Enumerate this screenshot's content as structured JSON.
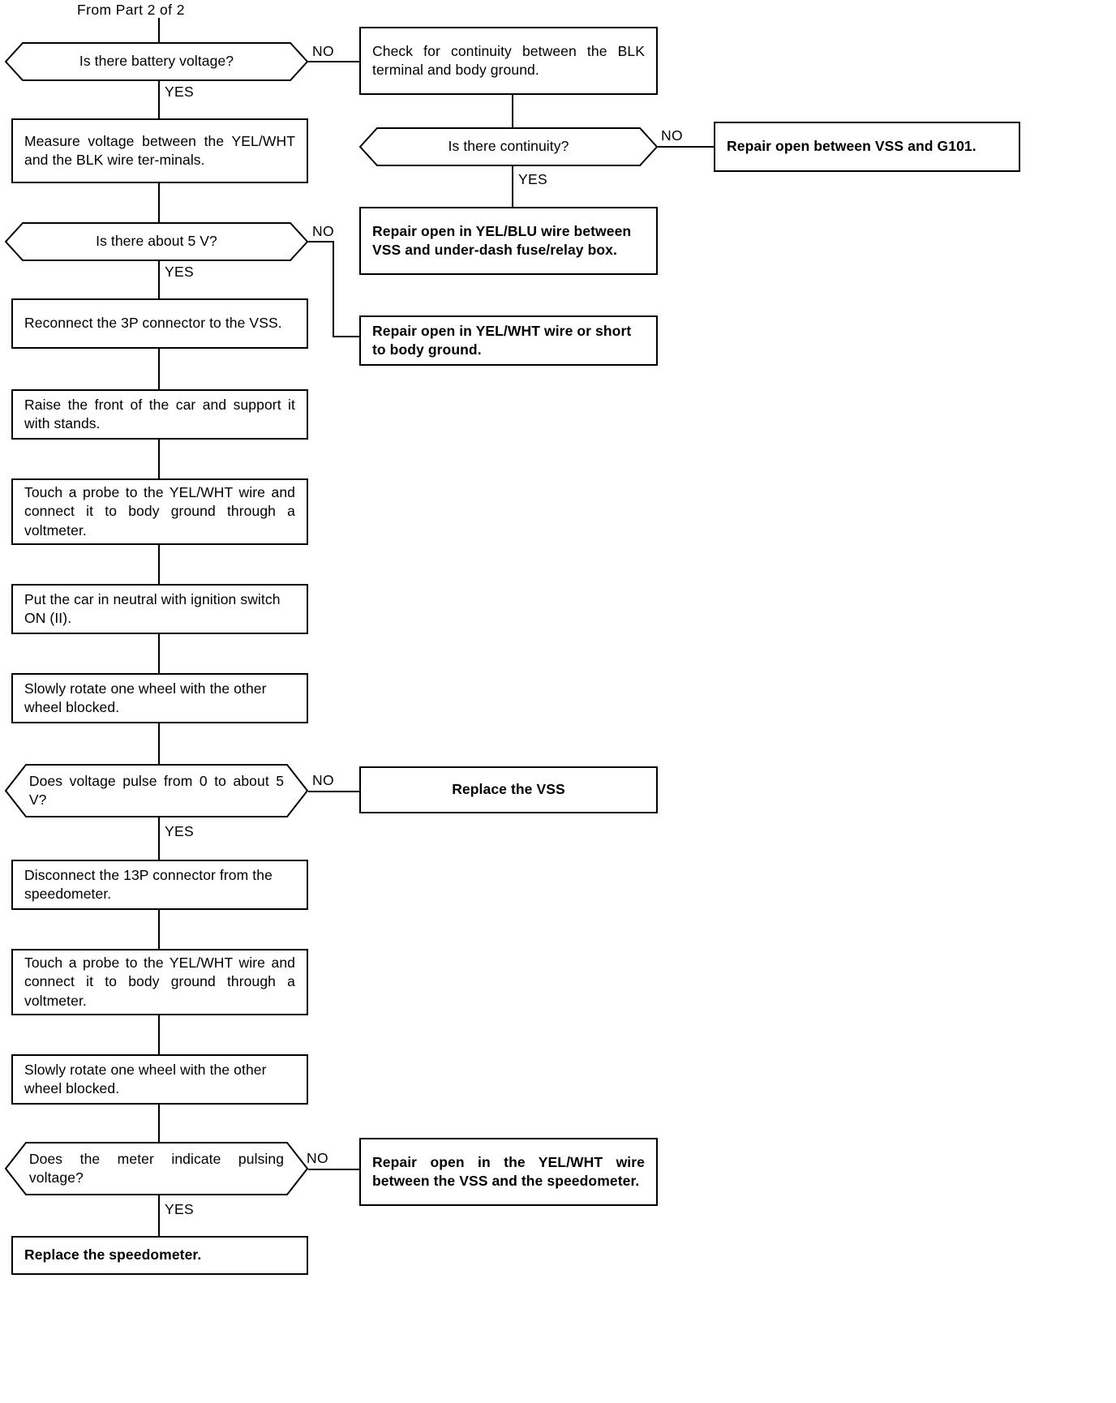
{
  "diagram": {
    "entry_label": "From  Part 2 of 2",
    "branch_yes": "YES",
    "branch_no": "NO",
    "nodes": {
      "d_battery_voltage": "Is there battery voltage?",
      "p_measure_voltage": "Measure voltage between the YEL/WHT and the BLK wire ter-minals.",
      "d_about_5v": "Is there about 5 V?",
      "p_reconnect_3p": "Reconnect the 3P connector to the VSS.",
      "p_raise_front": "Raise the front of the car and support it with stands.",
      "p_touch_probe_1": "Touch a probe to the YEL/WHT wire and connect it to body ground through a voltmeter.",
      "p_neutral_ignition": "Put the car in neutral with ignition switch ON (II).",
      "p_rotate_wheel_1": "Slowly rotate one wheel with the other wheel blocked.",
      "d_voltage_pulse": "Does voltage pulse from 0 to about 5 V?",
      "p_disconnect_13p": "Disconnect the 13P connector from the speedometer.",
      "p_touch_probe_2": "Touch a probe to the YEL/WHT wire and connect it to body ground through a voltmeter.",
      "p_rotate_wheel_2": "Slowly rotate one wheel with the other wheel blocked.",
      "d_meter_pulsing": "Does the meter indicate pulsing voltage?",
      "p_replace_speedometer": "Replace the speedometer.",
      "p_check_continuity": "Check for continuity between the BLK terminal and body ground.",
      "d_continuity": "Is there continuity?",
      "p_repair_g101": "Repair open between VSS and G101.",
      "p_repair_yelblu": "Repair open in YEL/BLU wire between VSS and under-dash fuse/relay box.",
      "p_repair_yelwht_short": "Repair open in YEL/WHT wire or short to body ground.",
      "p_replace_vss": "Replace  the  VSS",
      "p_repair_yelwht_speedo": "Repair open in the YEL/WHT wire between the VSS and the speedometer."
    }
  }
}
